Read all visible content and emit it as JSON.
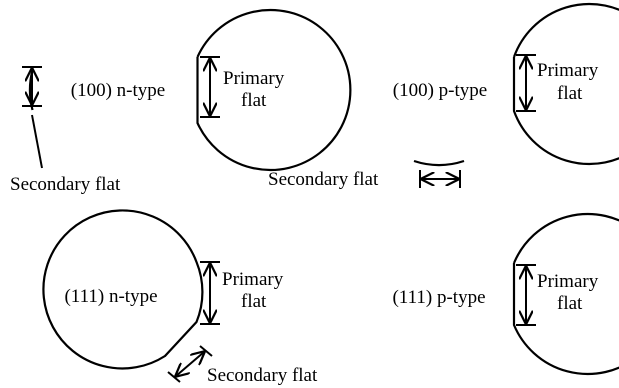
{
  "wafers": [
    {
      "label": "(100) n-type",
      "primary": [
        "Primary",
        "flat"
      ],
      "secondary": "Secondary flat"
    },
    {
      "label": "(100) p-type",
      "primary": [
        "Primary",
        "flat"
      ],
      "secondary": "Secondary flat"
    },
    {
      "label": "(111) n-type",
      "primary": [
        "Primary",
        "flat"
      ],
      "secondary": "Secondary flat"
    },
    {
      "label": "(111) p-type",
      "primary": [
        "Primary",
        "flat"
      ]
    }
  ]
}
